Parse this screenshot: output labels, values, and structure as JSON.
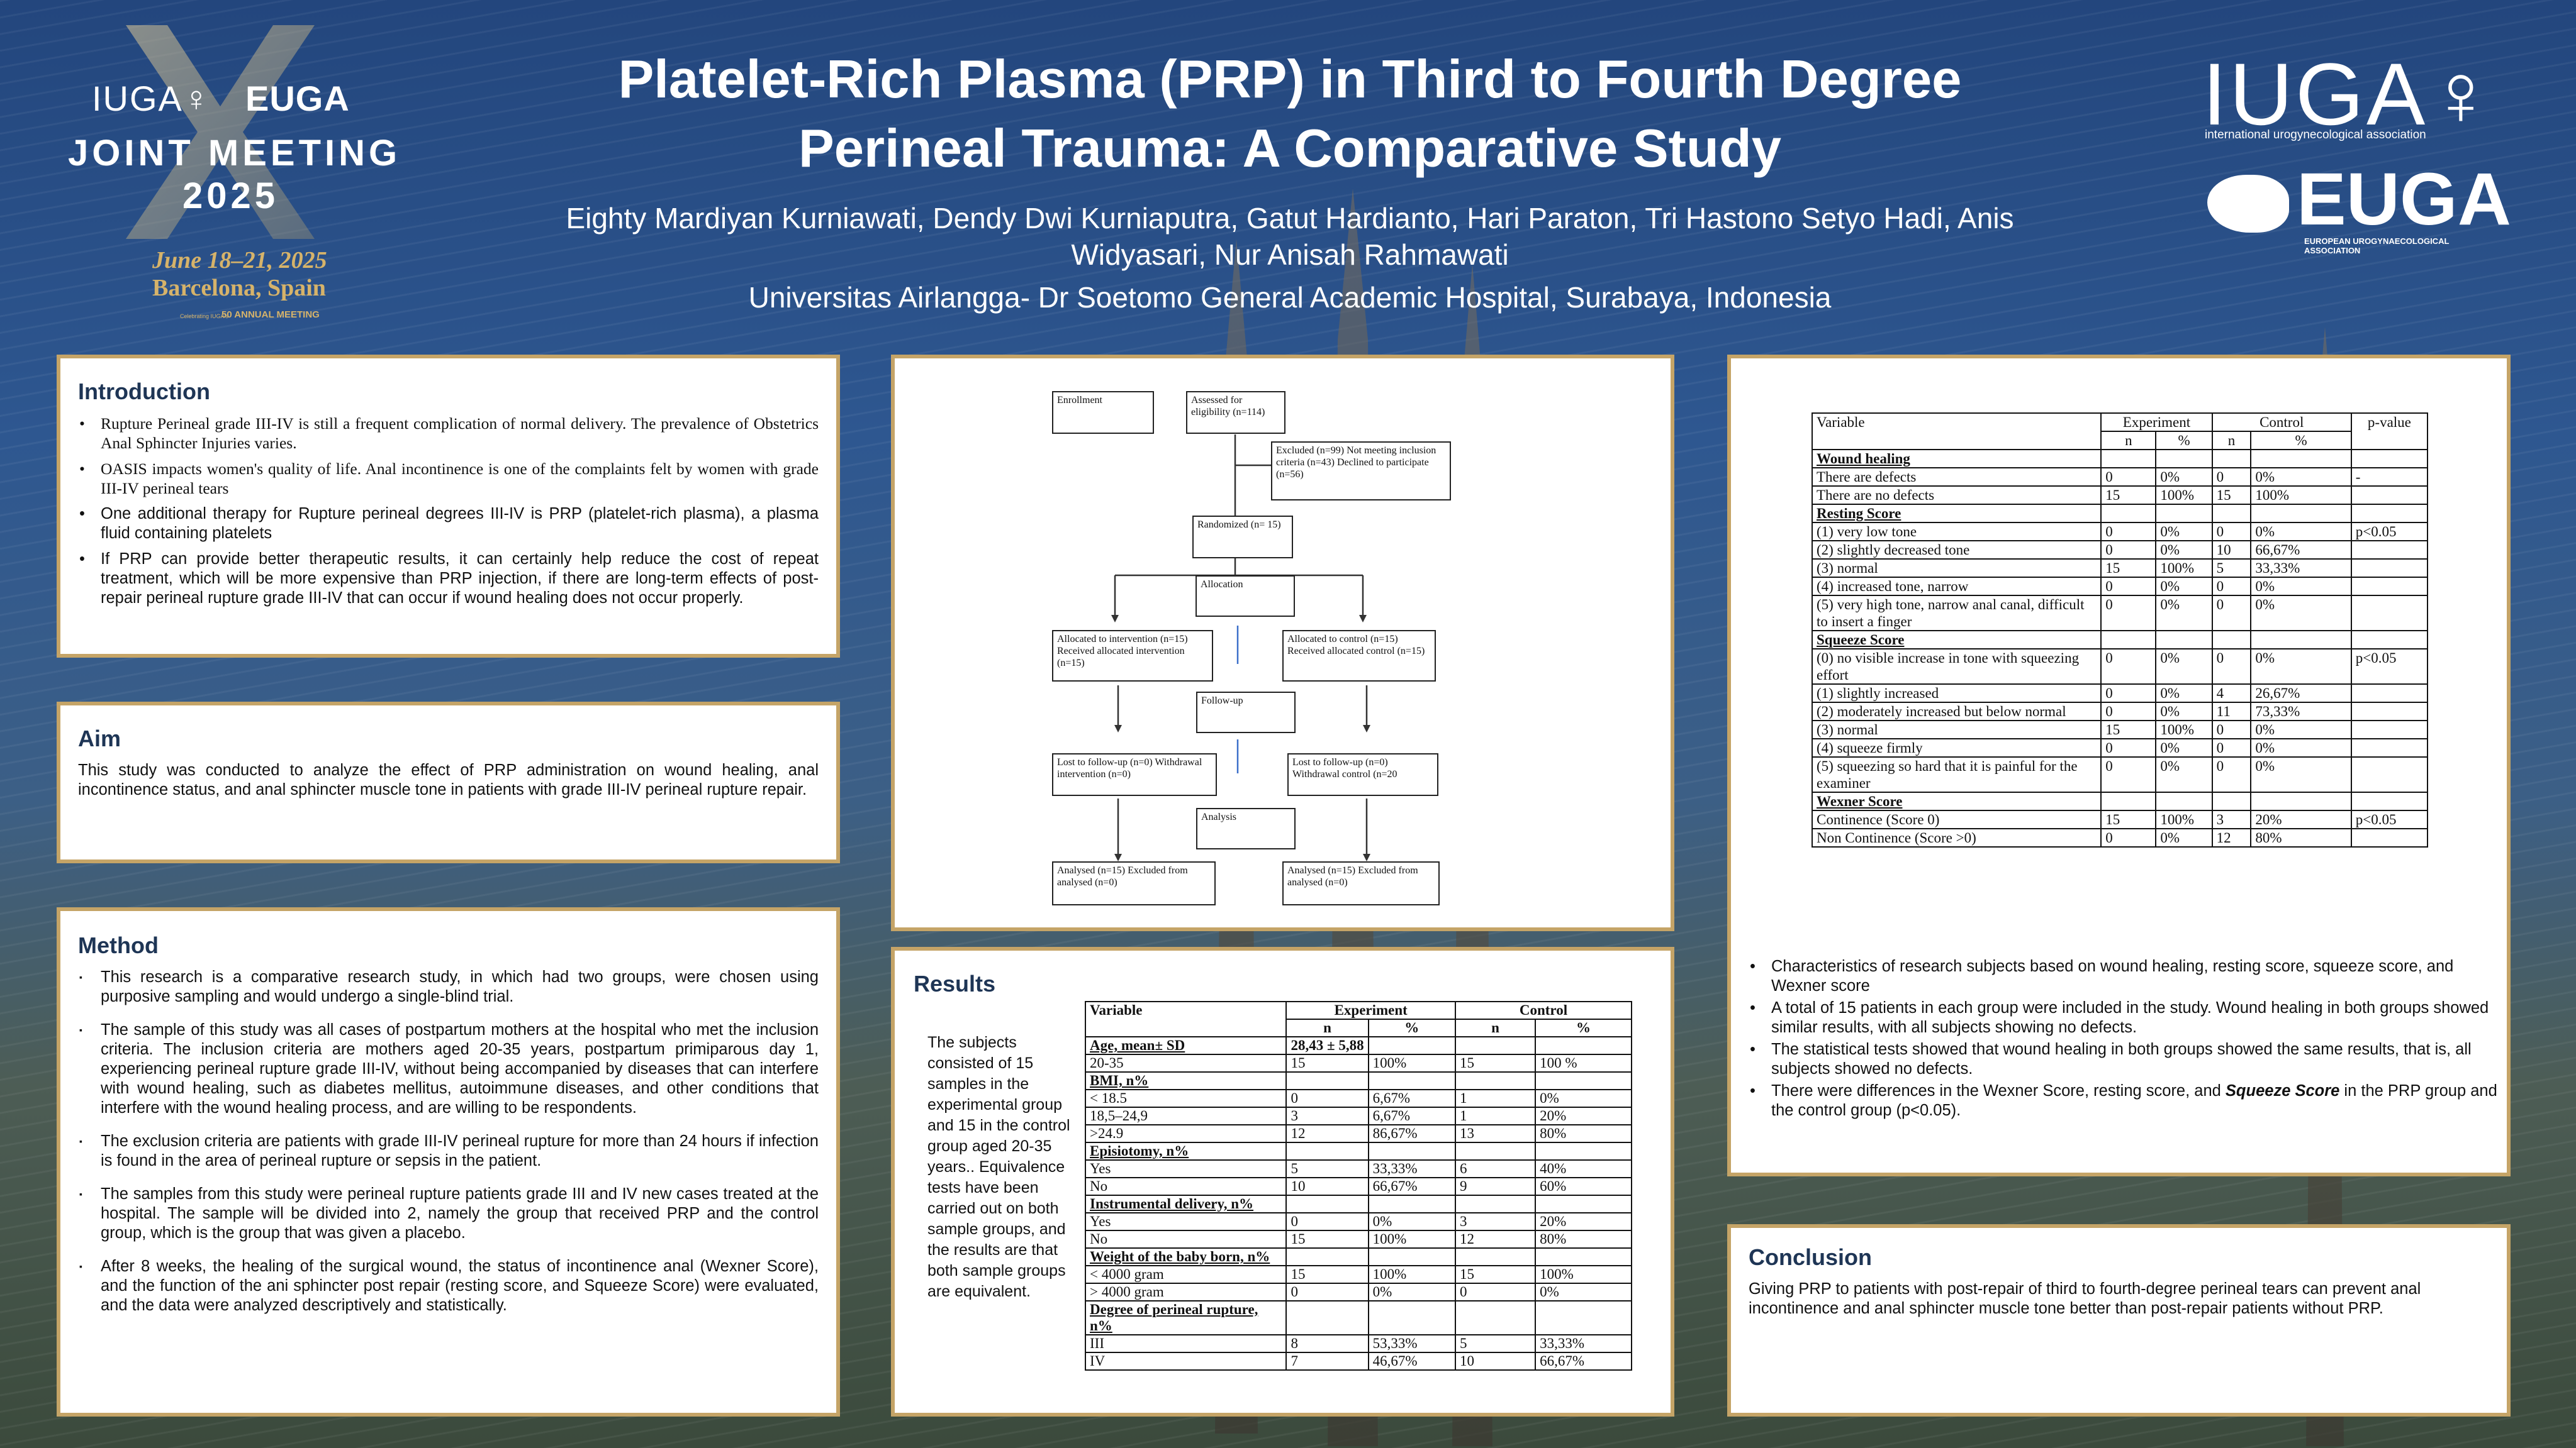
{
  "header": {
    "title_line1": "Platelet-Rich Plasma (PRP) in Third to Fourth Degree",
    "title_line2": "Perineal Trauma: A Comparative Study",
    "authors_line1": "Eighty Mardiyan Kurniawati, Dendy Dwi Kurniaputra, Gatut Hardianto, Hari Paraton, Tri Hastono Setyo Hadi, Anis",
    "authors_line2": "Widyasari, Nur Anisah Rahmawati",
    "affiliation": "Universitas Airlangga- Dr Soetomo General Academic Hospital, Surabaya, Indonesia"
  },
  "left_logo": {
    "iuga": "IUGA♀",
    "euga": "EUGA",
    "line1": "JOINT MEETING",
    "line2": "2025",
    "date": "June 18–21, 2025",
    "place": "Barcelona, Spain",
    "badge": "50 ANNUAL MEETING",
    "badge_prefix": "Celebrating IUGA's"
  },
  "right_logo": {
    "iuga": "IUGA♀",
    "iuga_sub": "international urogynecological association",
    "euga": "EUGA",
    "euga_sub": "EUROPEAN UROGYNAECOLOGICAL ASSOCIATION"
  },
  "introduction": {
    "heading": "Introduction",
    "bullets": [
      "Rupture Perineal grade III-IV is still a frequent complication of normal delivery. The prevalence of Obstetrics Anal Sphincter Injuries varies.",
      "OASIS impacts women's quality of life. Anal incontinence is one of the complaints felt by women with grade III-IV perineal tears",
      "One additional therapy for   Rupture perineal degrees III-IV is PRP (platelet-rich plasma), a plasma fluid containing platelets",
      "If PRP can provide better therapeutic results, it can certainly help reduce the cost of repeat treatment, which will be more expensive than PRP injection, if there are long-term effects of post-repair perineal rupture grade III-IV that can occur if wound healing does not occur properly."
    ]
  },
  "aim": {
    "heading": "Aim",
    "text": "This study was conducted to analyze the effect of PRP administration on wound healing, anal incontinence status, and anal sphincter muscle tone in patients with grade III-IV perineal rupture repair."
  },
  "method": {
    "heading": "Method",
    "bullets": [
      "This research is a comparative research study, in which had two groups, were chosen using purposive sampling and would undergo a single-blind trial.",
      "The sample of this study was all cases of postpartum mothers at the hospital who met the inclusion criteria. The inclusion criteria are mothers aged 20-35 years, postpartum primiparous day 1, experiencing perineal rupture grade III-IV, without being accompanied by diseases that can interfere with wound healing, such as diabetes mellitus, autoimmune diseases, and other conditions that interfere with the wound healing process, and are willing to be respondents.",
      "The exclusion criteria are patients with grade III-IV perineal rupture for more than 24 hours if infection is found in the area of perineal rupture or sepsis in the patient.",
      "The samples from this study were perineal rupture patients grade III and IV new cases treated at the hospital. The sample will be divided into 2, namely the group that received PRP and the control group, which is the group that was given a placebo.",
      "After 8 weeks, the healing of the surgical wound, the status of incontinence anal (Wexner Score), and the function of the ani sphincter post repair (resting score, and Squeeze Score) were evaluated, and the data were analyzed descriptively and statistically."
    ]
  },
  "flowchart": {
    "enrollment": "Enrollment",
    "assessed": "Assessed for eligibility  (n=114)",
    "excluded": "Excluded (n=99) Not meeting inclusion criteria (n=43) Declined to participate (n=56)",
    "randomized": "Randomized (n= 15)",
    "allocation": "Allocation",
    "alloc_int": "Allocated to intervention (n=15) Received allocated intervention (n=15)",
    "alloc_ctrl": "Allocated to control (n=15) Received allocated control (n=15)",
    "followup": "Follow-up",
    "lost_int": "Lost to follow-up (n=0) Withdrawal intervention (n=0)",
    "lost_ctrl": "Lost to follow-up (n=0) Withdrawal  control (n=20",
    "analysis": "Analysis",
    "analysed_int": "Analysed (n=15) Excluded from analysed (n=0)",
    "analysed_ctrl": "Analysed (n=15) Excluded from analysed (n=0)"
  },
  "results": {
    "heading": "Results",
    "side_text": "The subjects consisted of 15 samples in the experimental group and 15 in the control group aged 20-35 years.. Equivalence tests have been carried out on both sample groups, and the results are that both sample groups are equivalent.",
    "table": {
      "head1": [
        "Variable",
        "Experiment",
        "Control"
      ],
      "head2": [
        "n",
        "%",
        "n",
        "%"
      ],
      "rows": [
        {
          "kind": "group",
          "cells": [
            "Age, mean± SD",
            "28,43 ± 5,88",
            "",
            "",
            ""
          ]
        },
        {
          "kind": "data",
          "cells": [
            "20-35",
            "15",
            "100%",
            "15",
            "100 %"
          ]
        },
        {
          "kind": "group",
          "cells": [
            "BMI, n%",
            "",
            "",
            "",
            ""
          ]
        },
        {
          "kind": "data",
          "cells": [
            "< 18.5",
            "0",
            "6,67%",
            "1",
            "0%"
          ]
        },
        {
          "kind": "data",
          "cells": [
            "18,5–24,9",
            "3",
            "6,67%",
            "1",
            "20%"
          ]
        },
        {
          "kind": "data",
          "cells": [
            ">24.9",
            "12",
            "86,67%",
            "13",
            "80%"
          ]
        },
        {
          "kind": "group",
          "cells": [
            "Episiotomy, n%",
            "",
            "",
            "",
            ""
          ]
        },
        {
          "kind": "data",
          "cells": [
            "Yes",
            "5",
            "33,33%",
            "6",
            "40%"
          ]
        },
        {
          "kind": "data",
          "cells": [
            "No",
            "10",
            "66,67%",
            "9",
            "60%"
          ]
        },
        {
          "kind": "group",
          "cells": [
            "Instrumental delivery, n%",
            "",
            "",
            "",
            ""
          ]
        },
        {
          "kind": "data",
          "cells": [
            "Yes",
            "0",
            "0%",
            "3",
            "20%"
          ]
        },
        {
          "kind": "data",
          "cells": [
            "No",
            "15",
            "100%",
            "12",
            "80%"
          ]
        },
        {
          "kind": "group",
          "cells": [
            "Weight of the baby born, n%",
            "",
            "",
            "",
            ""
          ]
        },
        {
          "kind": "data",
          "cells": [
            "< 4000 gram",
            "15",
            "100%",
            "15",
            "100%"
          ]
        },
        {
          "kind": "data",
          "cells": [
            "> 4000 gram",
            "0",
            "0%",
            "0",
            "0%"
          ]
        },
        {
          "kind": "group",
          "cells": [
            "Degree of perineal rupture, n%",
            "",
            "",
            "",
            ""
          ]
        },
        {
          "kind": "data",
          "cells": [
            "III",
            "8",
            "53,33%",
            "5",
            "33,33%"
          ]
        },
        {
          "kind": "data",
          "cells": [
            "IV",
            "7",
            "46,67%",
            "10",
            "66,67%"
          ]
        }
      ]
    }
  },
  "outcomes": {
    "table": {
      "head1": [
        "Variable",
        "Experiment",
        "Control",
        "p-value"
      ],
      "head2": [
        "n",
        "%",
        "n",
        "%"
      ],
      "rows": [
        {
          "kind": "group",
          "cells": [
            "Wound healing",
            "",
            "",
            "",
            "",
            ""
          ]
        },
        {
          "kind": "data",
          "cells": [
            "There are defects",
            "0",
            "0%",
            "0",
            "0%",
            "-"
          ]
        },
        {
          "kind": "data",
          "cells": [
            "There are no defects",
            "15",
            "100%",
            "15",
            "100%",
            ""
          ]
        },
        {
          "kind": "group",
          "cells": [
            "Resting Score",
            "",
            "",
            "",
            "",
            ""
          ]
        },
        {
          "kind": "data",
          "cells": [
            "(1) very low tone",
            "0",
            "0%",
            "0",
            "0%",
            "p<0.05"
          ]
        },
        {
          "kind": "data",
          "cells": [
            "(2) slightly decreased tone",
            "0",
            "0%",
            "10",
            "66,67%",
            ""
          ]
        },
        {
          "kind": "data",
          "cells": [
            "(3) normal",
            "15",
            "100%",
            "5",
            "33,33%",
            ""
          ]
        },
        {
          "kind": "data",
          "cells": [
            "(4) increased tone, narrow",
            "0",
            "0%",
            "0",
            "0%",
            ""
          ]
        },
        {
          "kind": "data",
          "cells": [
            "(5) very high tone, narrow anal canal, difficult to insert a finger",
            "0",
            "0%",
            "0",
            "0%",
            ""
          ]
        },
        {
          "kind": "group",
          "cells": [
            "Squeeze Score",
            "",
            "",
            "",
            "",
            ""
          ]
        },
        {
          "kind": "data",
          "cells": [
            "(0) no visible increase in tone with squeezing effort",
            "0",
            "0%",
            "0",
            "0%",
            "p<0.05"
          ]
        },
        {
          "kind": "data",
          "cells": [
            "(1) slightly increased",
            "0",
            "0%",
            "4",
            "26,67%",
            ""
          ]
        },
        {
          "kind": "data",
          "cells": [
            "(2) moderately increased but below normal",
            "0",
            "0%",
            "11",
            "73,33%",
            ""
          ]
        },
        {
          "kind": "data",
          "cells": [
            "(3) normal",
            "15",
            "100%",
            "0",
            "0%",
            ""
          ]
        },
        {
          "kind": "data",
          "cells": [
            "(4) squeeze firmly",
            "0",
            "0%",
            "0",
            "0%",
            ""
          ]
        },
        {
          "kind": "data",
          "cells": [
            "(5) squeezing so hard that it is painful for the examiner",
            "0",
            "0%",
            "0",
            "0%",
            ""
          ]
        },
        {
          "kind": "group",
          "cells": [
            "Wexner Score",
            "",
            "",
            "",
            "",
            ""
          ]
        },
        {
          "kind": "data",
          "cells": [
            "Continence (Score 0)",
            "15",
            "100%",
            "3",
            "20%",
            "p<0.05"
          ]
        },
        {
          "kind": "data",
          "cells": [
            "Non Continence (Score >0)",
            "0",
            "0%",
            "12",
            "80%",
            ""
          ]
        }
      ]
    },
    "bullets": [
      "Characteristics of research subjects based on wound healing, resting score, squeeze score, and Wexner score",
      "A total of 15 patients in each group were included in the study. Wound healing in both groups showed similar results, with all subjects showing no defects.",
      "The statistical tests showed that wound healing in both groups showed the same results, that is, all subjects showed no defects."
    ],
    "last_bullet_a": "There were differences in the Wexner Score, resting score, and ",
    "last_bullet_em": "Squeeze Score",
    "last_bullet_b": " in the PRP group and the control group (p<0.05)."
  },
  "conclusion": {
    "heading": "Conclusion",
    "text": "Giving PRP to patients with post-repair of third to fourth-degree perineal tears can prevent anal incontinence and anal sphincter muscle tone better than post-repair patients without PRP."
  },
  "colors": {
    "border": "#c5a467",
    "heading": "#1e3555",
    "background": "#2e5790"
  }
}
